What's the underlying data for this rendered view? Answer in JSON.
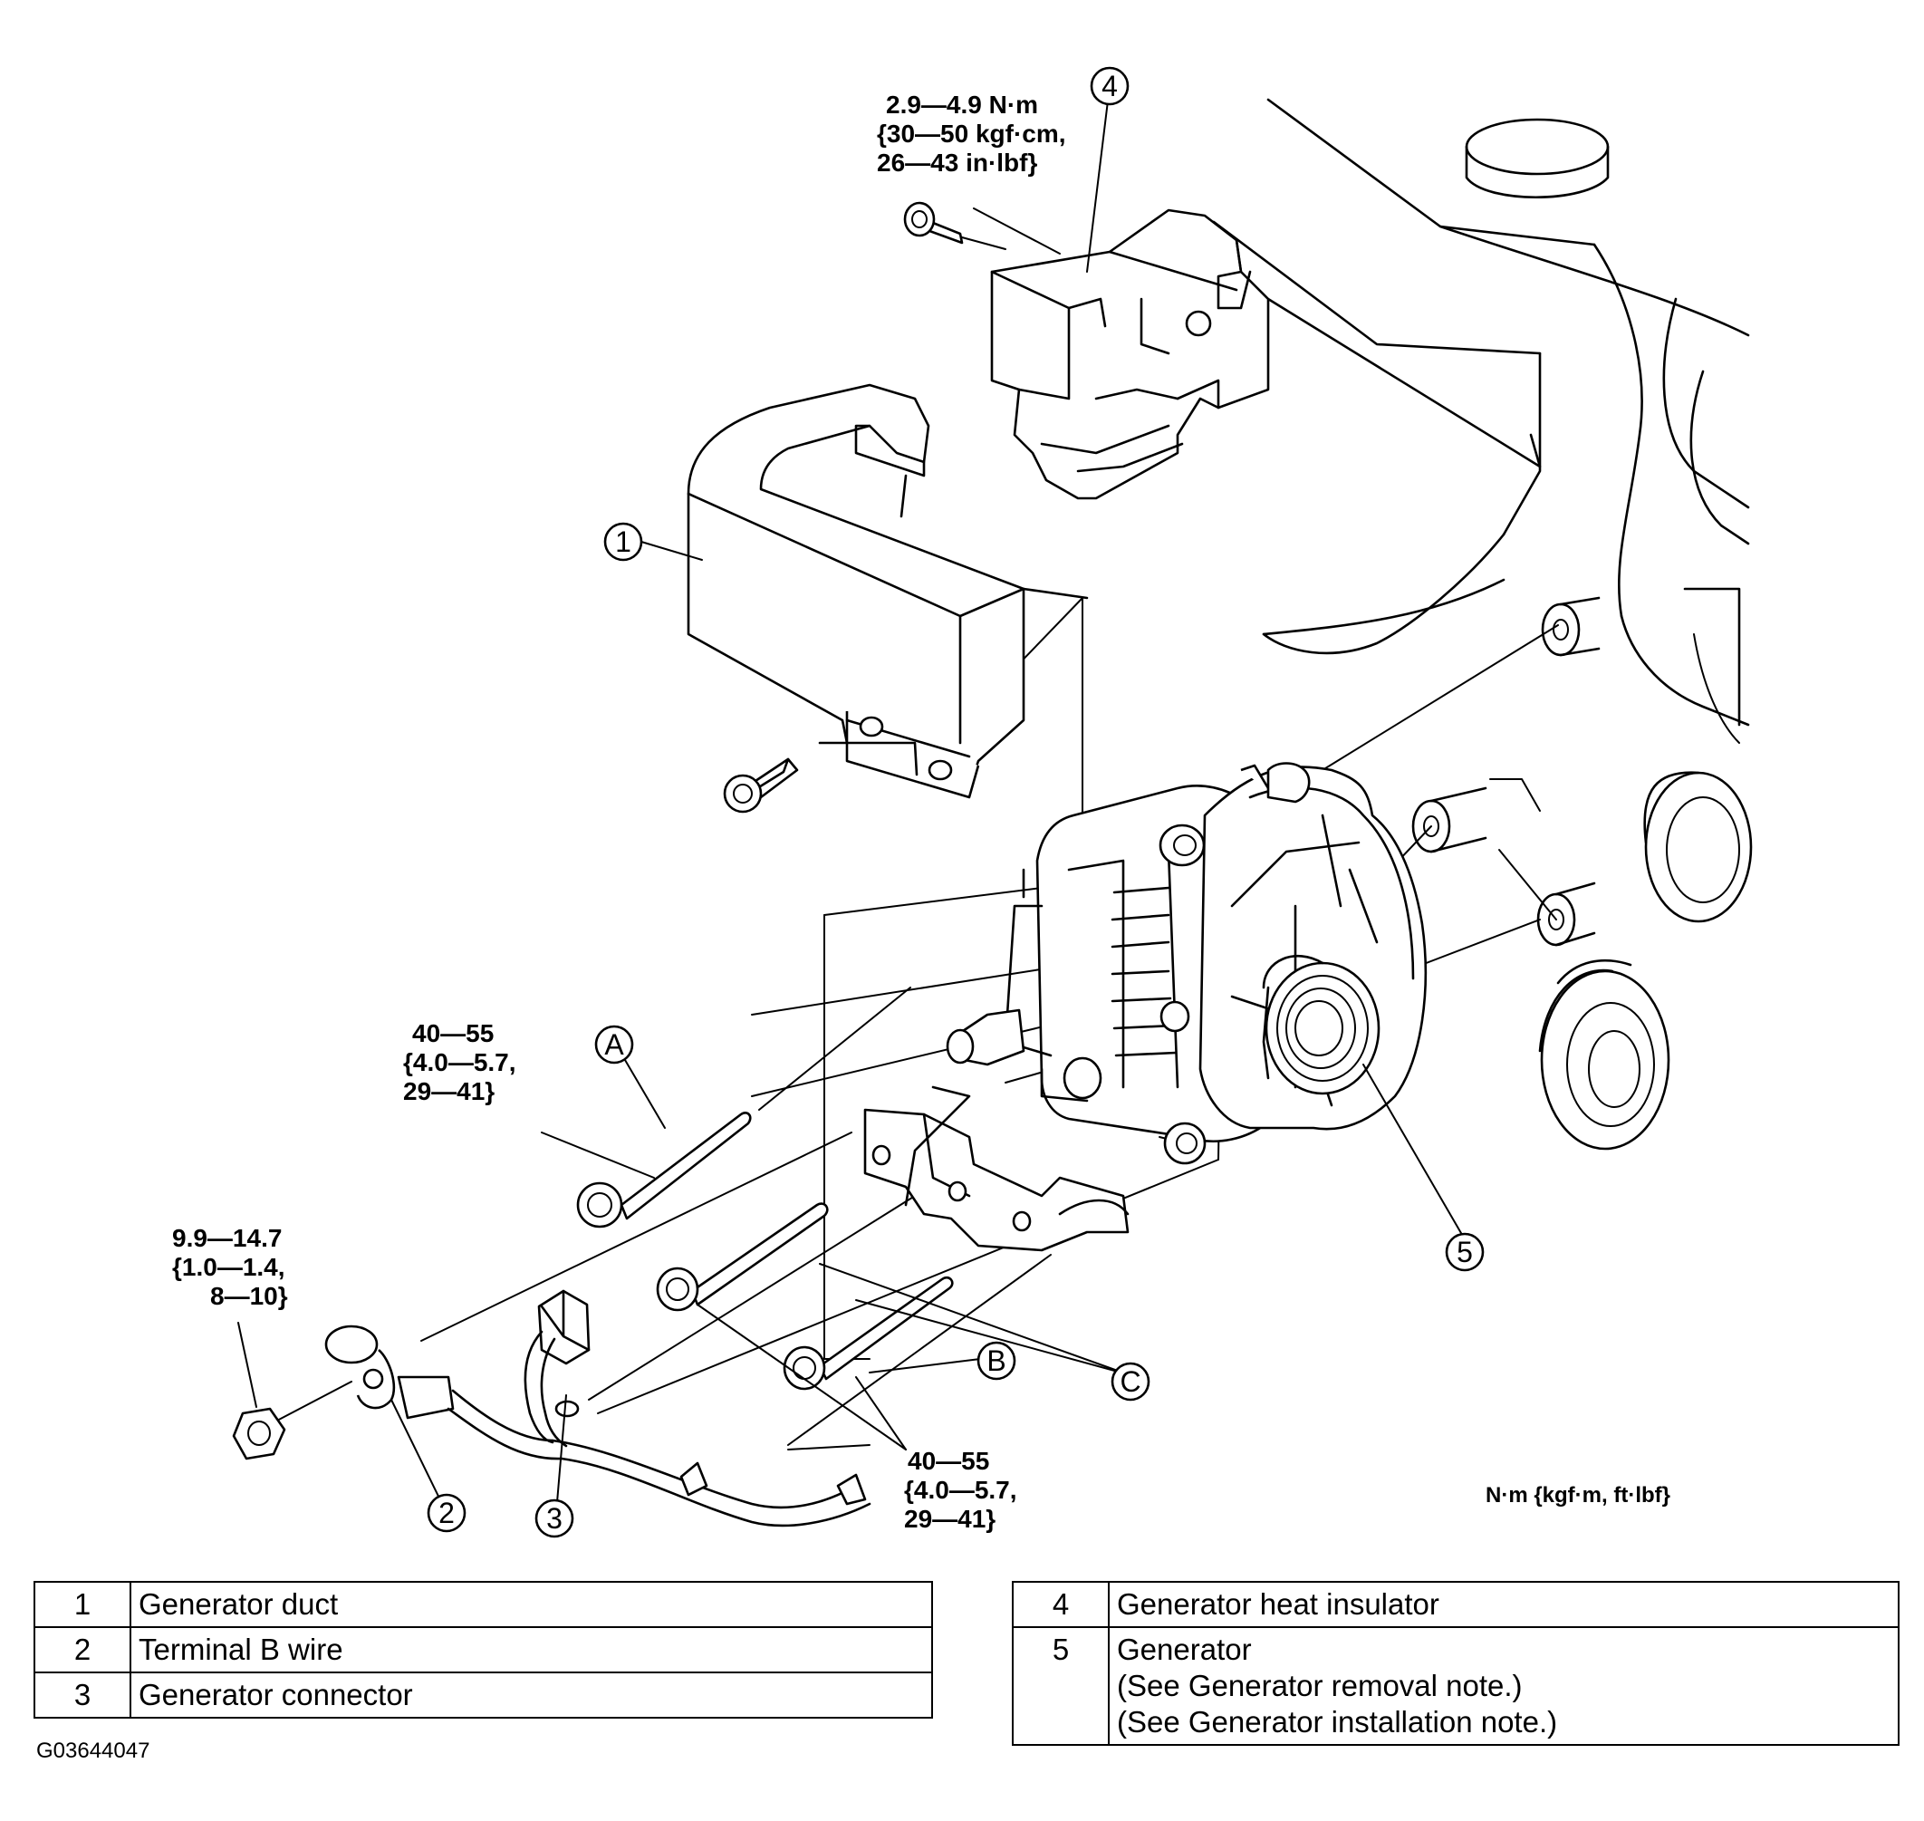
{
  "torque_specs": {
    "insulator_bolt": [
      "2.9—4.9 N·m",
      "{30—50 kgf·cm,",
      "26—43 in·lbf}"
    ],
    "bolt_a": [
      "40—55",
      "{4.0—5.7,",
      "29—41}"
    ],
    "terminal_nut": [
      "9.9—14.7",
      "{1.0—1.4,",
      "8—10}"
    ],
    "bolt_b": [
      "40—55",
      "{4.0—5.7,",
      "29—41}"
    ]
  },
  "unit_note": "N·m {kgf·m, ft·lbf}",
  "callouts": {
    "duct": "1",
    "terminal_b_wire": "2",
    "connector": "3",
    "insulator": "4",
    "generator": "5",
    "bolt_a": "A",
    "bolt_b": "B",
    "bolt_c": "C"
  },
  "legend_left": [
    {
      "number": "1",
      "part": "Generator duct"
    },
    {
      "number": "2",
      "part": "Terminal B wire"
    },
    {
      "number": "3",
      "part": "Generator connector"
    }
  ],
  "legend_right": [
    {
      "number": "4",
      "part": "Generator heat insulator",
      "notes": []
    },
    {
      "number": "5",
      "part": "Generator",
      "notes": [
        "(See Generator removal note.)",
        "(See Generator installation note.)"
      ]
    }
  ],
  "image_code": "G03644047"
}
